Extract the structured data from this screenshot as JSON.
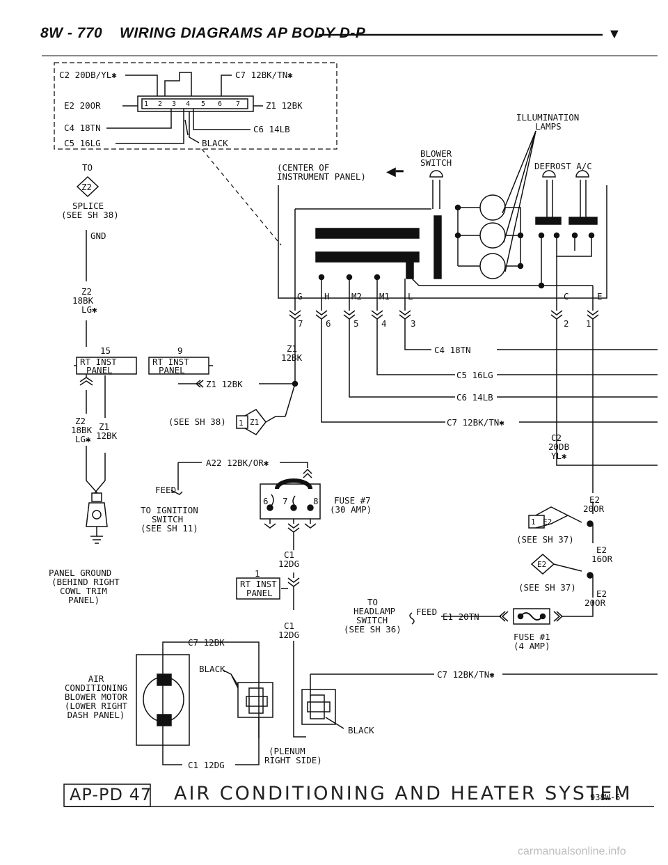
{
  "header": {
    "page": "8W - 770",
    "title": "WIRING DIAGRAMS AP BODY D-P",
    "marker": "▼"
  },
  "connector_box": {
    "left_labels": [
      "C2 20DB/YL✱",
      "E2 20OR",
      "C4 18TN",
      "C5 16LG"
    ],
    "right_labels": [
      "C7 12BK/TN✱",
      "Z1 12BK",
      "C6 14LB"
    ],
    "black": "BLACK",
    "pins": [
      "1",
      "2",
      "3",
      "4",
      "5",
      "6",
      "7"
    ]
  },
  "ground_section": {
    "to": "TO",
    "z2_diamond": "Z2",
    "splice": "SPLICE",
    "splice_ref": "(SEE SH 38)",
    "gnd": "GND",
    "wire_z2": [
      "Z2",
      "18BK",
      "LG✱"
    ],
    "wire_z2_lower": [
      "Z2",
      "18BK",
      "LG✱"
    ],
    "wire_z1_lower": [
      "Z1",
      "12BK"
    ],
    "panel_ground": [
      "PANEL GROUND",
      "(BEHIND RIGHT",
      "COWL TRIM",
      "PANEL)"
    ]
  },
  "rt_inst": {
    "pin15": "15",
    "pin9": "9",
    "pin1": "1",
    "label_line1": "RT INST",
    "label_line2": "PANEL"
  },
  "blower_switch": {
    "center_label": [
      "(CENTER OF",
      "INSTRUMENT PANEL)"
    ],
    "title": [
      "BLOWER",
      "SWITCH"
    ],
    "illumination": [
      "ILLUMINATION",
      "LAMPS"
    ],
    "defrost": "DEFROST A/C",
    "terminals": [
      "G",
      "H",
      "M2",
      "M1",
      "L",
      "C",
      "E"
    ],
    "pins": [
      "7",
      "6",
      "5",
      "4",
      "3",
      "2",
      "1"
    ]
  },
  "wires": {
    "z1_upper": [
      "Z1",
      "12BK"
    ],
    "z1_mid": "Z1 12BK",
    "see38": "(SEE SH 38)",
    "z1_diamond": "Z1",
    "z1_pin": "1",
    "c4": "C4 18TN",
    "c5": "C5 16LG",
    "c6": "C6 14LB",
    "c7": "C7 12BK/TN✱",
    "c2": [
      "C2",
      "20DB",
      "YL✱"
    ],
    "a22": "A22 12BK/OR✱",
    "c1_upper": [
      "C1",
      "12DG"
    ],
    "c1_lower": [
      "C1",
      "12DG"
    ],
    "c7_12bk": "C7 12BK",
    "c1_12dg": "C1 12DG",
    "c7_right": "C7 12BK/TN✱",
    "e1": "E1 20TN",
    "e2_upper": [
      "E2",
      "20OR"
    ],
    "e2_mid": [
      "E2",
      "16OR"
    ],
    "e2_lower": [
      "E2",
      "20OR"
    ]
  },
  "feed": {
    "feed": "FEED",
    "ignition": [
      "TO IGNITION",
      "SWITCH",
      "(SEE SH 11)"
    ],
    "fuse7": [
      "FUSE #7",
      "(30 AMP)"
    ],
    "fuse_pins": [
      "6",
      "7",
      "8"
    ],
    "headlamp": [
      "TO",
      "HEADLAMP",
      "SWITCH",
      "(SEE SH 36)"
    ],
    "headlamp_feed": "FEED",
    "fuse1": [
      "FUSE #1",
      "(4 AMP)"
    ]
  },
  "right_side": {
    "see37_a": "(SEE SH 37)",
    "see37_b": "(SEE SH 37)",
    "e2_diamond_a": "E2",
    "e2_pin_a": "1",
    "e2_diamond_b": "E2"
  },
  "motor": {
    "label": [
      "AIR",
      "CONDITIONING",
      "BLOWER MOTOR",
      "(LOWER RIGHT",
      "DASH PANEL)"
    ],
    "black_top": "BLACK",
    "black_bottom": "BLACK",
    "plenum": [
      "(PLENUM",
      "RIGHT SIDE)"
    ]
  },
  "footer": {
    "code": "AP-PD 47",
    "title": "AIR CONDITIONING AND HEATER SYSTEM",
    "id": "938W-6"
  },
  "watermark": "carmanualsonline.info"
}
